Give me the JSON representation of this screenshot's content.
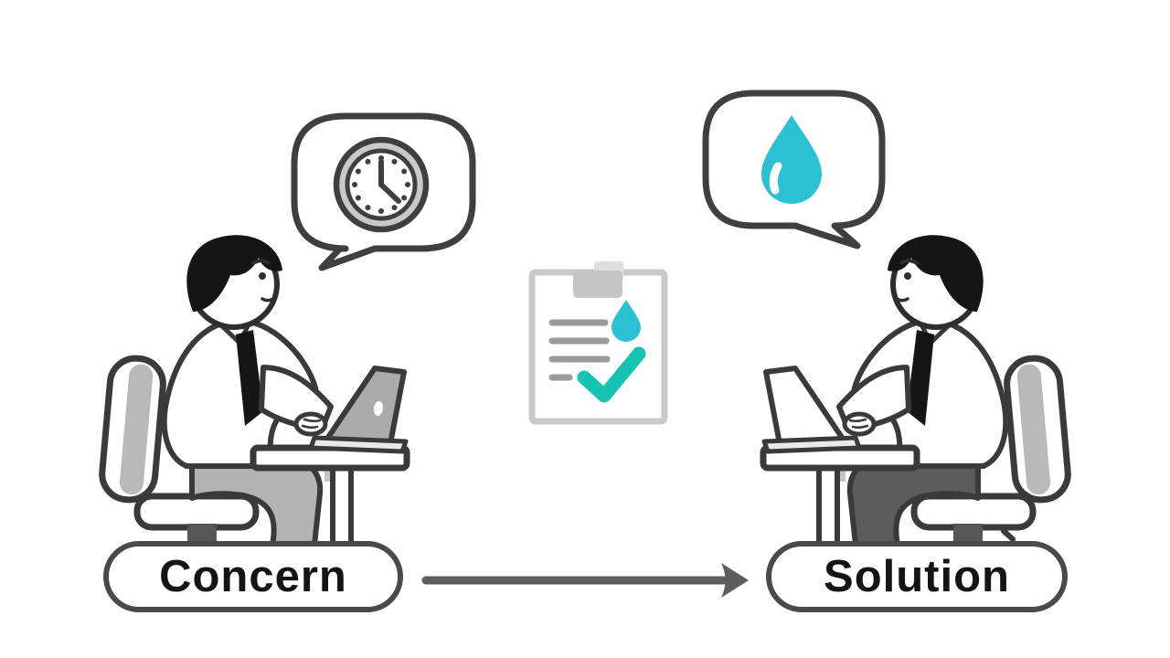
{
  "illustration": {
    "left_scene": {
      "label": "Concern",
      "speech_bubble_icon": "clock",
      "person_description": "person typing on laptop, facing right"
    },
    "right_scene": {
      "label": "Solution",
      "speech_bubble_icon": "water-drop",
      "person_description": "person typing on laptop, facing left"
    },
    "center_icon": {
      "name": "clipboard-checklist",
      "features": [
        "text-lines",
        "water-drop",
        "checkmark"
      ]
    },
    "arrow": {
      "from": "Concern",
      "to": "Solution",
      "direction": "left-to-right"
    },
    "colors": {
      "background": "#ffffff",
      "outline": "#3a3a3a",
      "drop_cyan": "#2bc0d4",
      "check_teal": "#16c3b1",
      "arrow_gray": "#5d5d5d",
      "furniture_gray": "#b9b9b9"
    }
  }
}
